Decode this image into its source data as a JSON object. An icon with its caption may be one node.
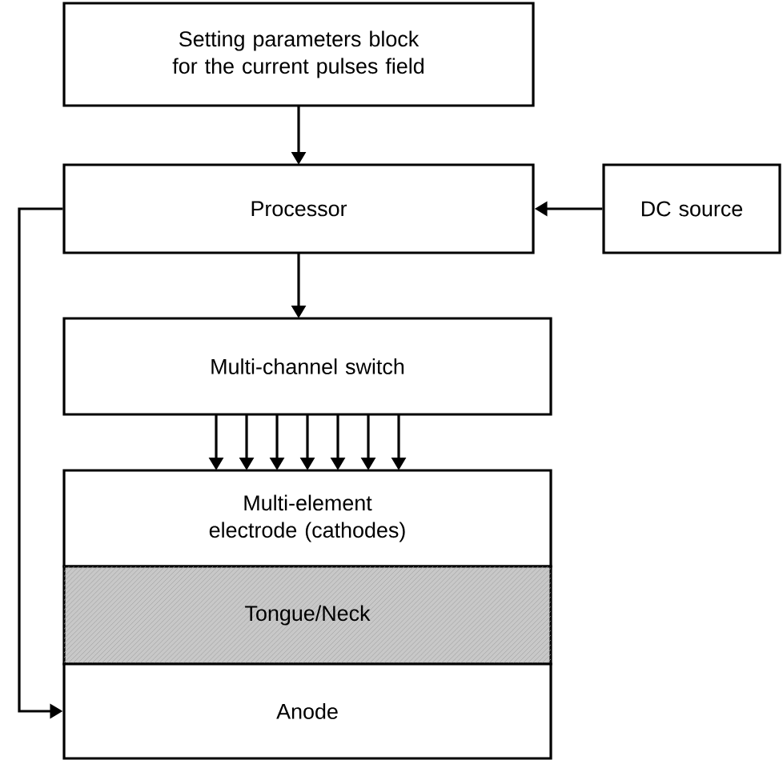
{
  "diagram": {
    "nodes": [
      {
        "text": [
          "Setting parameters block for the current pulses field"
        ]
      },
      {
        "text": [
          "Processor"
        ]
      },
      {
        "text": [
          "DC source"
        ]
      },
      {
        "text": [
          "Multi-channel switch"
        ]
      },
      {
        "text": [
          "Multi-element electrode (cathodes)"
        ]
      },
      {
        "text": [
          "Tongue/Neck"
        ]
      },
      {
        "text": [
          "Anode"
        ]
      }
    ],
    "edges": [
      {
        "from": 0,
        "to": 1,
        "arrow": "to"
      },
      {
        "from": 2,
        "to": 1,
        "arrow": "to"
      },
      {
        "from": 1,
        "to": 3,
        "arrow": "to"
      },
      {
        "from": 3,
        "to": 4,
        "arrow": "to"
      },
      {
        "from": 3,
        "to": 4,
        "arrow": "to"
      },
      {
        "from": 3,
        "to": 4,
        "arrow": "to"
      },
      {
        "from": 3,
        "to": 4,
        "arrow": "to"
      },
      {
        "from": 3,
        "to": 4,
        "arrow": "to"
      },
      {
        "from": 3,
        "to": 4,
        "arrow": "to"
      },
      {
        "from": 3,
        "to": 4,
        "arrow": "to"
      },
      {
        "from": 1,
        "to": 6,
        "arrow": "to"
      }
    ]
  }
}
